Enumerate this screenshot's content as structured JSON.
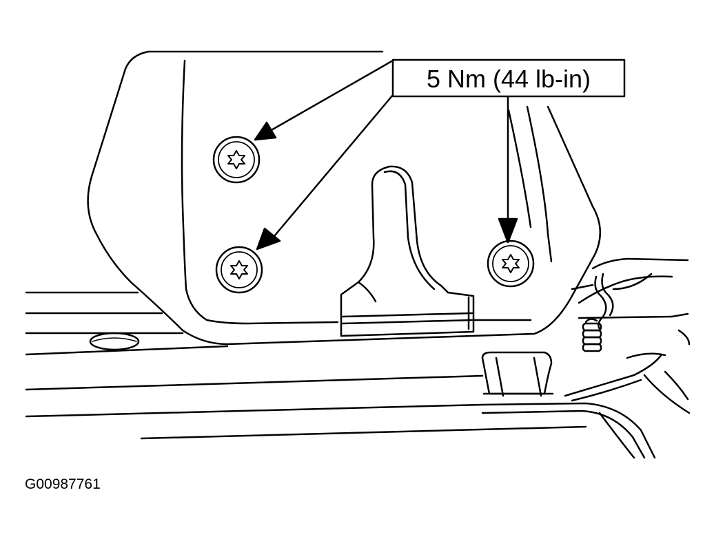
{
  "figure": {
    "callout_label": "5 Nm (44 lb-in)",
    "figure_id": "G00987761",
    "line_color": "#000000",
    "background": "#ffffff",
    "fastener_head": "torx-star-icon",
    "fastener_count": 3
  }
}
